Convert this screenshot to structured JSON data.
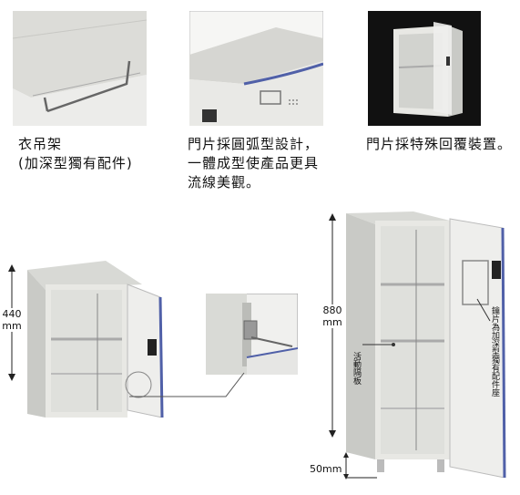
{
  "features": [
    {
      "lines": [
        "衣吊架",
        "(加深型獨有配件)"
      ]
    },
    {
      "lines": [
        "門片採圓弧型設計，",
        "一體成型使產品更具",
        "流線美觀。"
      ]
    },
    {
      "lines": [
        "門片採特殊回覆裝置。"
      ]
    }
  ],
  "dimensions": {
    "small_height": {
      "value": "440",
      "unit": "mm"
    },
    "tall_height": {
      "value": "880",
      "unit": "mm"
    },
    "leg_height": {
      "value": "50",
      "unit": "mm"
    }
  },
  "callouts": {
    "shelf": "活動隔板",
    "lock": "鑰片為加深型獨有配件座"
  },
  "colors": {
    "cabinet_body": "#e8e8e4",
    "cabinet_shade": "#c9cac6",
    "door_trim": "#5060a8",
    "dark_backdrop": "#111111"
  }
}
